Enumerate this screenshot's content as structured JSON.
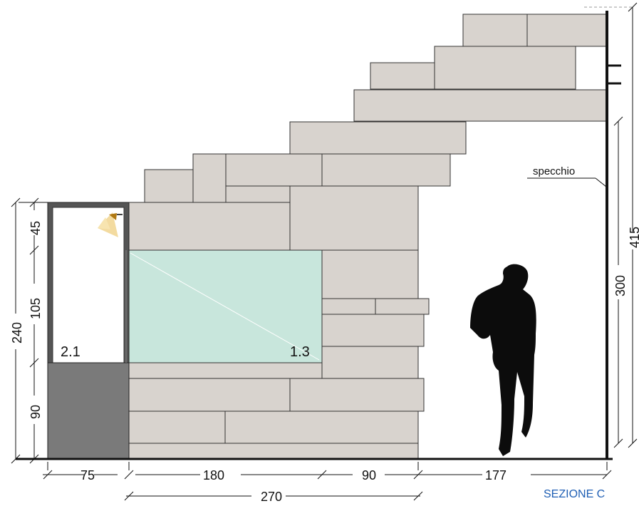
{
  "labels": {
    "room_left": "2.1",
    "room_right": "1.3",
    "mirror": "specchio",
    "section": "SEZIONE C"
  },
  "dimensions": {
    "horizontal": [
      "75",
      "180",
      "90",
      "177"
    ],
    "total": "270",
    "left_total": "240",
    "left_parts": [
      "45",
      "105",
      "90"
    ],
    "right_inner": "300",
    "right_total": "415"
  },
  "colors": {
    "stone": "#d8d3ce",
    "glass": "#c8e6dc",
    "dark_panel": "#7a7a7a",
    "frame": "#555555",
    "section_label": "#1f5fb4"
  }
}
